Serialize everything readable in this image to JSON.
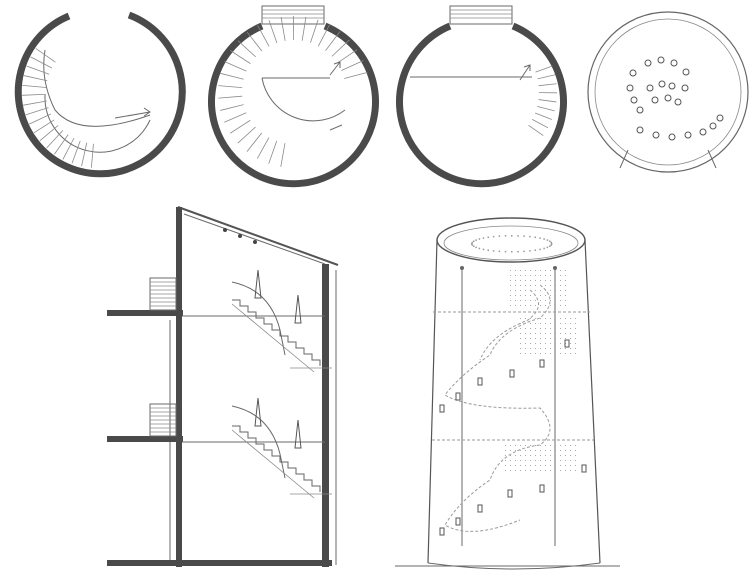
{
  "drawing": {
    "views": [
      {
        "id": "plan-ground",
        "kind": "floor-plan"
      },
      {
        "id": "plan-middle",
        "kind": "floor-plan"
      },
      {
        "id": "plan-top",
        "kind": "floor-plan"
      },
      {
        "id": "plan-roof",
        "kind": "roof-plan",
        "skylights": 22
      },
      {
        "id": "section",
        "kind": "building-section",
        "floors": 3
      },
      {
        "id": "perspective",
        "kind": "perspective-wireframe"
      }
    ],
    "colors": {
      "wall": "#4a4a4a",
      "line": "#6a6a6a",
      "hidden": "#9a9a9a",
      "background": "#ffffff"
    }
  }
}
